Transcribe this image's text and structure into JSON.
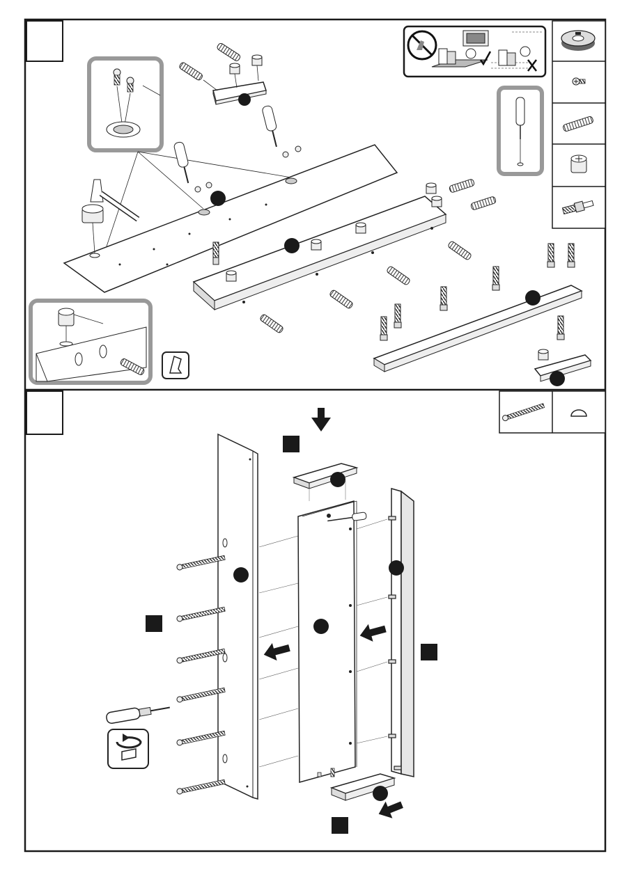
{
  "document": {
    "type": "furniture assembly instructions",
    "accent_color": "#999999",
    "ink_color": "#1a1a1a",
    "steps": [
      {
        "step_number": "",
        "parts_legend": [
          "cam-lock-icon",
          "screw-icon",
          "wooden-dowel-icon",
          "cam-lock-housing-icon",
          "cam-bolt-icon"
        ],
        "warning_panel": [
          "no-hand-tool-icon",
          "protected-floor-ok-icon",
          "bare-floor-not-ok-icon"
        ],
        "callouts": [
          "screw-detail-callout",
          "screwdriver-detail-callout",
          "cam-in-panel-detail-callout"
        ],
        "notes": [
          "hand-with-paper-icon"
        ]
      },
      {
        "step_number": "",
        "parts_legend": [
          "long-screw-icon",
          "cap-icon"
        ],
        "notes": [
          "rotate-arrow-icon"
        ]
      }
    ]
  }
}
